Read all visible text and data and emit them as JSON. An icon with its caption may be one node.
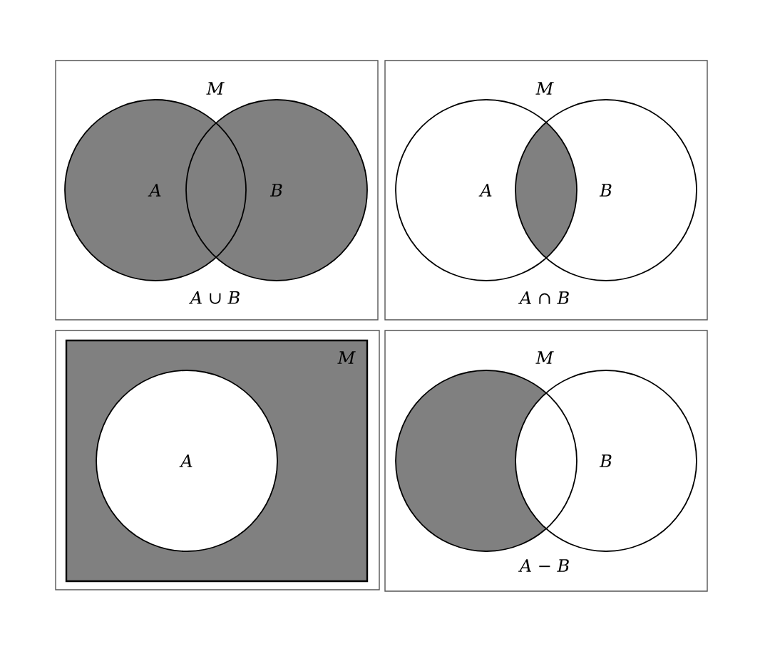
{
  "diagram": {
    "nodes": [
      {
        "text": [
          "M",
          "*A* ∪ *B*"
        ]
      },
      {
        "text": [
          "A"
        ],
        "in": 0
      },
      {
        "text": [
          "B"
        ],
        "in": 0
      },
      {
        "text": [
          "M",
          "*A* ∩ *B*"
        ]
      },
      {
        "text": [
          "A"
        ],
        "in": 3
      },
      {
        "text": [
          "B"
        ],
        "in": 3
      },
      {
        "text": [],
        "shape": "lens"
      },
      {
        "text": [],
        "shape": "box"
      },
      {
        "text": [
          "M"
        ],
        "in": 7
      },
      {
        "text": [
          "A"
        ],
        "in": 8
      },
      {
        "text": [
          "M",
          "*A* − *B*"
        ]
      },
      {
        "text": [],
        "shape": "circle",
        "in": 10
      },
      {
        "text": [
          "B"
        ],
        "in": 10
      }
    ]
  }
}
